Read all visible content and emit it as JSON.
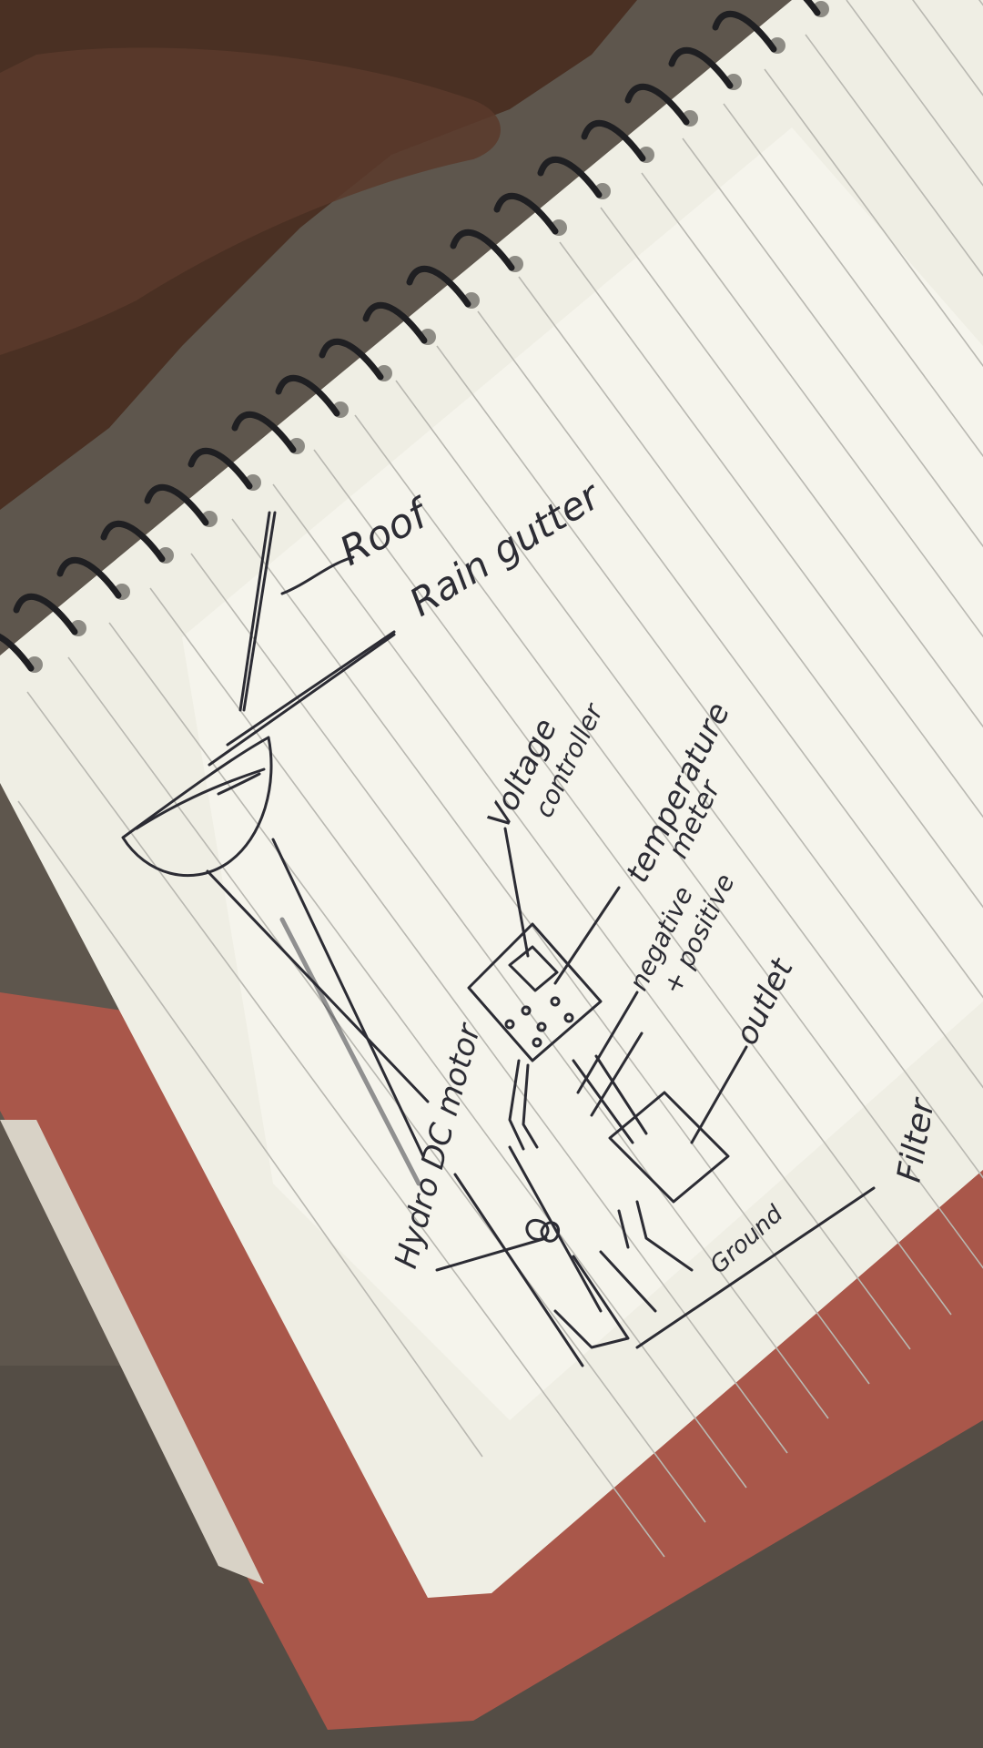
{
  "colors": {
    "background": "#5e564d",
    "paper": "#efeee4",
    "cover": "#a9574a",
    "ink": "#2c2c34",
    "rule_line": "#b9b8b1",
    "spiral": "#1f1f22",
    "hand": "#4a3023"
  },
  "diagram": {
    "labels": {
      "roof": "Roof",
      "rain_gutter": "Rain gutter",
      "voltage_controller_1": "Voltage",
      "voltage_controller_2": "controller",
      "temperature_meter_1": "temperature",
      "temperature_meter_2": "meter",
      "negative_positive_1": "negative",
      "negative_positive_2": "+ positive",
      "outlet": "outlet",
      "hydro_dc_motor": "Hydro DC motor",
      "ground": "Ground",
      "filter": "Filter"
    }
  }
}
